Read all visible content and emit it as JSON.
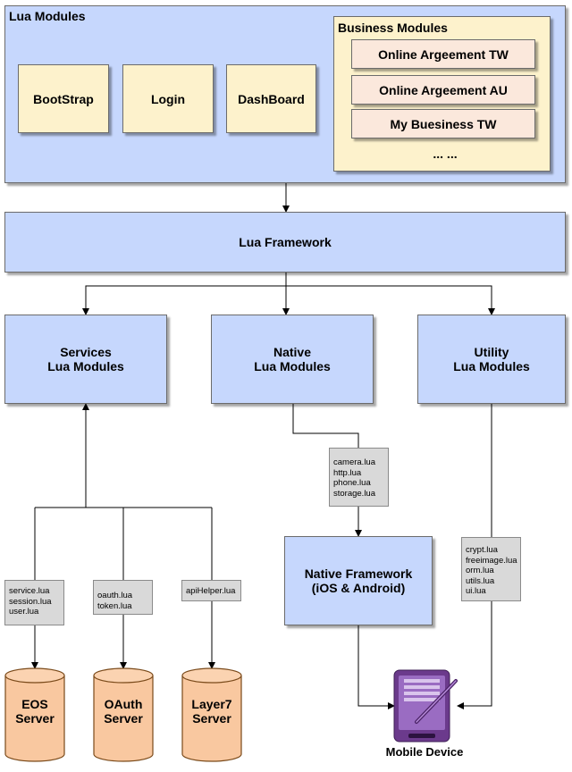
{
  "lua_modules": {
    "title": "Lua Modules",
    "bootstrap": "BootStrap",
    "login": "Login",
    "dashboard": "DashBoard",
    "business": {
      "title": "Business Modules",
      "items": [
        "Online Argeement TW",
        "Online Argeement AU",
        "My Buesiness TW"
      ],
      "more": "... ..."
    }
  },
  "lua_framework": "Lua Framework",
  "services": {
    "line1": "Services",
    "line2": "Lua Modules"
  },
  "native": {
    "line1": "Native",
    "line2": "Lua Modules"
  },
  "utility": {
    "line1": "Utility",
    "line2": "Lua Modules"
  },
  "native_files": [
    "camera.lua",
    "http.lua",
    "phone.lua",
    "storage.lua"
  ],
  "native_framework": {
    "line1": "Native Framework",
    "line2": "(iOS & Android)"
  },
  "utility_files": [
    "crypt.lua",
    "freeimage.lua",
    "orm.lua",
    "utils.lua",
    "ui.lua"
  ],
  "eos_files": [
    "service.lua",
    "session.lua",
    "user.lua"
  ],
  "oauth_files": [
    "oauth.lua",
    "token.lua"
  ],
  "layer7_files": [
    "apiHelper.lua"
  ],
  "servers": [
    {
      "line1": "EOS",
      "line2": "Server"
    },
    {
      "line1": "OAuth",
      "line2": "Server"
    },
    {
      "line1": "Layer7",
      "line2": "Server"
    }
  ],
  "device_label": "Mobile Device",
  "colors": {
    "module_blue": "#c6d7fd",
    "module_yellow": "#fdf2cc",
    "business_item": "#fbe8dc",
    "server_orange": "#f9c8a0",
    "device_purple": "#8e5bb0"
  }
}
